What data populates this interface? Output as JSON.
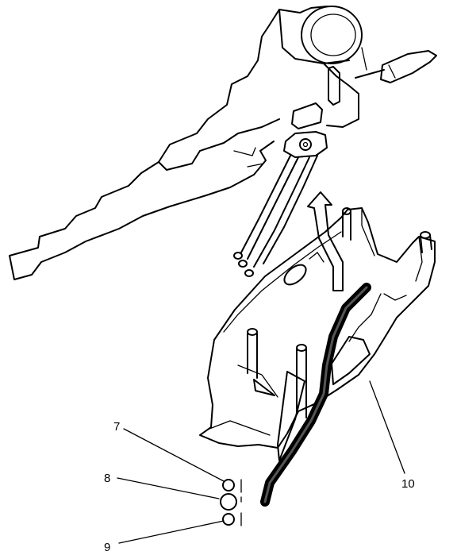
{
  "diagram": {
    "callouts": [
      {
        "id": "c7",
        "label": "7"
      },
      {
        "id": "c8",
        "label": "8"
      },
      {
        "id": "c9",
        "label": "9"
      },
      {
        "id": "c10",
        "label": "10"
      }
    ]
  }
}
